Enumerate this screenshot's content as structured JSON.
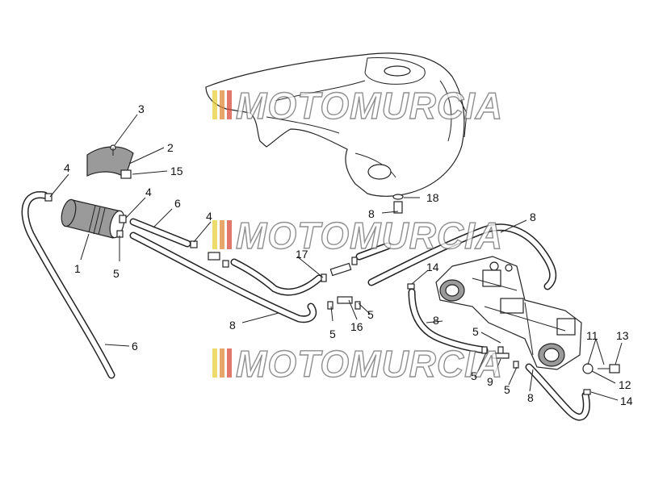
{
  "watermark": {
    "text": "MOTOMURCIA",
    "stripe_colors": [
      "#e8cf3a",
      "#e08a3a",
      "#d94a3a"
    ]
  },
  "callouts": {
    "c3": "3",
    "c2": "2",
    "c15": "15",
    "c4a": "4",
    "c4b": "4",
    "c4c": "4",
    "c6a": "6",
    "c6b": "6",
    "c1": "1",
    "c5a": "5",
    "c8a": "8",
    "c8b": "8",
    "c8c": "8",
    "c8d": "8",
    "c8e": "8",
    "c18": "18",
    "c17": "17",
    "c14a": "14",
    "c14b": "14",
    "c5b": "5",
    "c5c": "5",
    "c5d": "5",
    "c5e": "5",
    "c5f": "5",
    "c16": "16",
    "c9": "9",
    "c11": "11",
    "c12": "12",
    "c13": "13"
  }
}
